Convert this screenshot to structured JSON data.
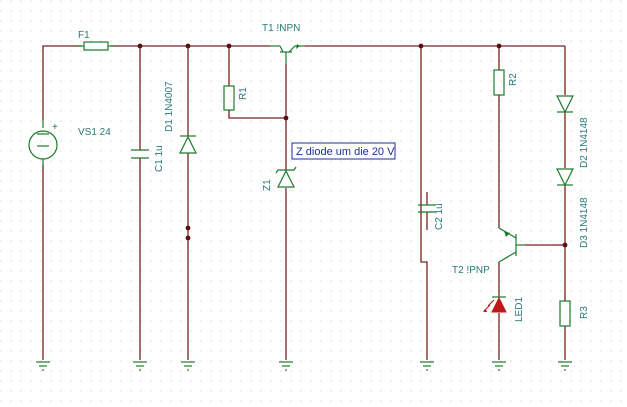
{
  "labels": {
    "f1": "F1",
    "t1": "T1 !NPN",
    "vs1": "VS1 24",
    "d1": "D1 1N4007",
    "c1": "C1 1u",
    "r1": "R1",
    "z1": "Z1",
    "note": "Z diode um die 20 V",
    "c2": "C2 1u",
    "r2": "R2",
    "d2": "D2 1N4148",
    "d3": "D3 1N4148",
    "t2": "T2 !PNP",
    "led1": "LED1",
    "r3": "R3",
    "plus": "+"
  },
  "colors": {
    "wire": "#7a2020",
    "component": "#1d7a2a",
    "label": "#2a7a78",
    "note": "#1b2f9a",
    "led": "#c01818"
  }
}
